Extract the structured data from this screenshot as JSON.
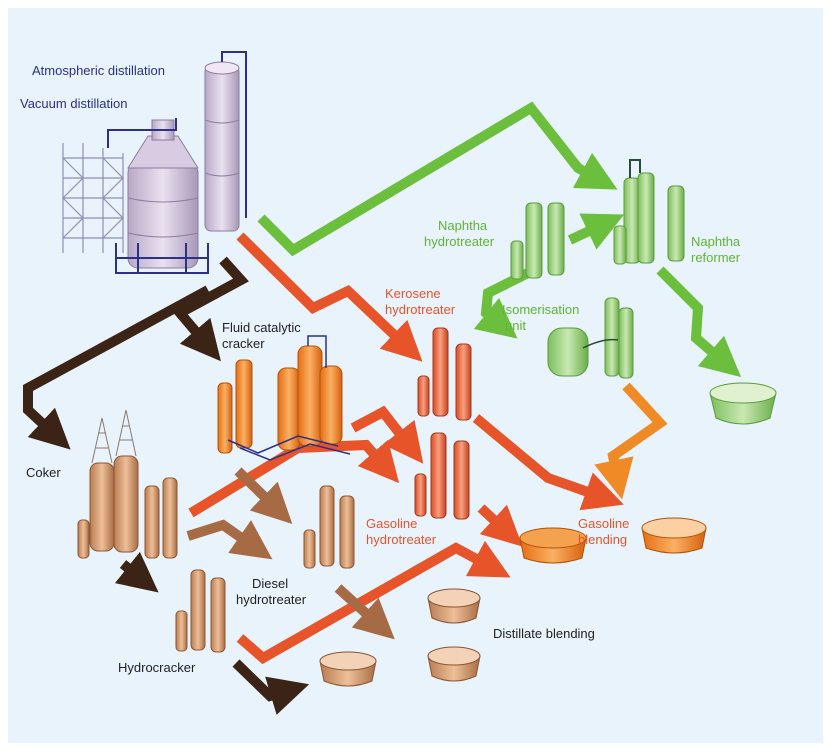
{
  "labels": {
    "atmospheric": "Atmospheric distillation",
    "vacuum": "Vacuum distillation",
    "naphtha_hydrotreater_1": "Naphtha",
    "naphtha_hydrotreater_2": "hydrotreater",
    "naphtha_reformer_1": "Naphtha",
    "naphtha_reformer_2": "reformer",
    "kerosene_1": "Kerosene",
    "kerosene_2": "hydrotreater",
    "isomerisation_1": "Isomerisation",
    "isomerisation_2": "unit",
    "fcc_1": "Fluid catalytic",
    "fcc_2": "cracker",
    "coker": "Coker",
    "gasoline_hydrotreater_1": "Gasoline",
    "gasoline_hydrotreater_2": "hydrotreater",
    "gasoline_blending_1": "Gasoline",
    "gasoline_blending_2": "blending",
    "diesel_1": "Diesel",
    "diesel_2": "hydrotreater",
    "distillate_blending": "Distillate blending",
    "hydrocracker": "Hydrocracker"
  },
  "colors": {
    "background": "#e8f3fb",
    "green_flow": "#6cbf3c",
    "red_flow": "#e8542a",
    "orange_flow": "#f08a24",
    "dark_flow": "#3b2416",
    "brown_flow": "#a66b45",
    "distillation": "#d9cce0",
    "navy_text": "#2e2f8a"
  }
}
